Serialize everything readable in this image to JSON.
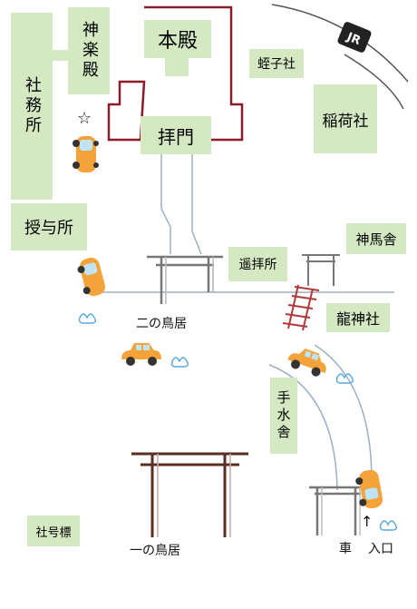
{
  "labels": {
    "honden": "本殿",
    "haiden": "拝門",
    "kagura": "神楽殿",
    "shamusho": "社務所",
    "juyosho": "授与所",
    "ebisu": "蛭子社",
    "inari": "稲荷社",
    "yohai": "遥拝所",
    "shinme": "神馬舎",
    "ryujin": "龍神社",
    "temizu": "手水舎",
    "shagohyo": "社号標",
    "ni_torii": "二の鳥居",
    "ichi_torii": "一の鳥居",
    "car": "車",
    "entrance": "入口",
    "jr": "JR",
    "star": "☆",
    "arrow": "↑"
  },
  "colors": {
    "building_fill": "#d4e8c2",
    "shrine_outline": "#8b1a2b",
    "path_line": "#9bb0c6",
    "torii_dark": "#5a2e22",
    "torii_gray": "#808080",
    "car_body": "#f4a23a",
    "rail": "#555555"
  }
}
